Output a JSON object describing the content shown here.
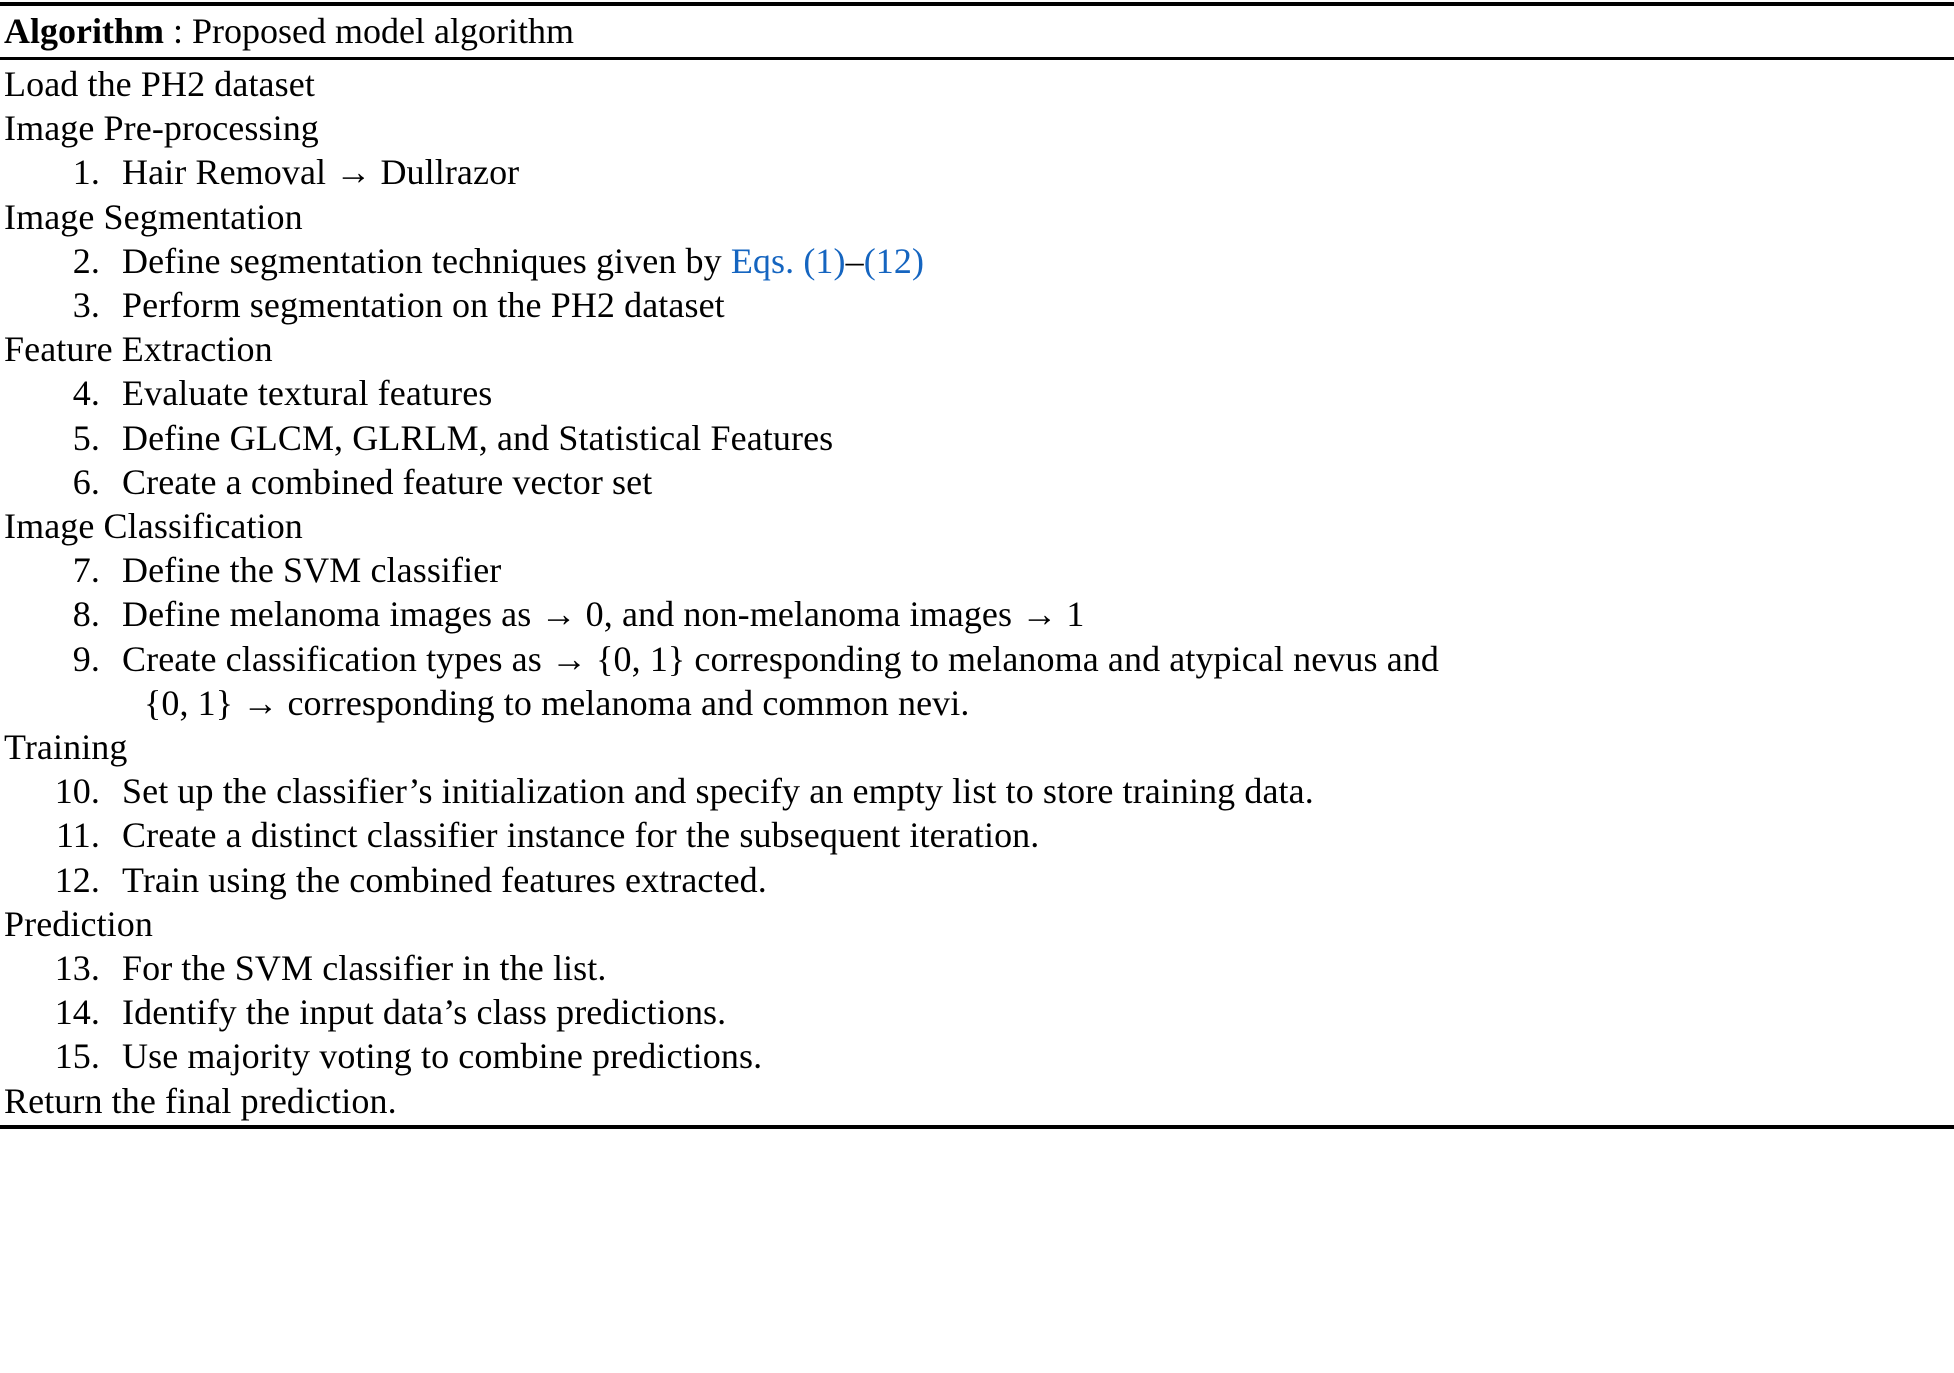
{
  "header": {
    "label": "Algorithm",
    "separator": " : ",
    "title": "Proposed model algorithm"
  },
  "colors": {
    "link": "#1565c0",
    "text": "#000000",
    "background": "#ffffff"
  },
  "body": {
    "lines": [
      {
        "kind": "section",
        "text": "Load the PH2 dataset"
      },
      {
        "kind": "section",
        "text": "Image Pre-processing"
      },
      {
        "kind": "step",
        "num": "1.",
        "text": "Hair Removal →  Dullrazor"
      },
      {
        "kind": "section",
        "text": "Image Segmentation"
      },
      {
        "kind": "step",
        "num": "2.",
        "text_before": "Define segmentation techniques given by ",
        "link_a": "Eqs. (1)",
        "link_dash": "–",
        "link_b": "(12)"
      },
      {
        "kind": "step",
        "num": "3.",
        "text": "Perform segmentation on the PH2 dataset"
      },
      {
        "kind": "section",
        "text": "Feature Extraction"
      },
      {
        "kind": "step",
        "num": "4.",
        "text": "Evaluate textural features"
      },
      {
        "kind": "step",
        "num": "5.",
        "text": "Define GLCM, GLRLM, and Statistical Features"
      },
      {
        "kind": "step",
        "num": "6.",
        "text": "Create a combined feature vector set"
      },
      {
        "kind": "section",
        "text": "Image Classification"
      },
      {
        "kind": "step",
        "num": "7.",
        "text": "Define the SVM classifier"
      },
      {
        "kind": "step",
        "num": "8.",
        "text": "Define melanoma images as → 0,  and non-melanoma images → 1"
      },
      {
        "kind": "step",
        "num": "9.",
        "text": "Create classification types as →  {0, 1} corresponding to melanoma and atypical nevus and"
      },
      {
        "kind": "cont",
        "text": "{0, 1} → corresponding to melanoma and common nevi."
      },
      {
        "kind": "section",
        "text": "Training"
      },
      {
        "kind": "step",
        "num": "10.",
        "text": "Set up the classifier’s initialization and specify an empty list to store training data."
      },
      {
        "kind": "step",
        "num": "11.",
        "text": "Create a distinct classifier instance for the subsequent iteration."
      },
      {
        "kind": "step",
        "num": "12.",
        "text": "Train using the combined features extracted."
      },
      {
        "kind": "section",
        "text": "Prediction"
      },
      {
        "kind": "step",
        "num": "13.",
        "text": "For the SVM  classifier in the list."
      },
      {
        "kind": "step",
        "num": "14.",
        "text": "Identify the input data’s class predictions."
      },
      {
        "kind": "step",
        "num": "15.",
        "text": "Use majority voting to combine predictions."
      },
      {
        "kind": "section",
        "text": "Return the final prediction."
      }
    ]
  }
}
